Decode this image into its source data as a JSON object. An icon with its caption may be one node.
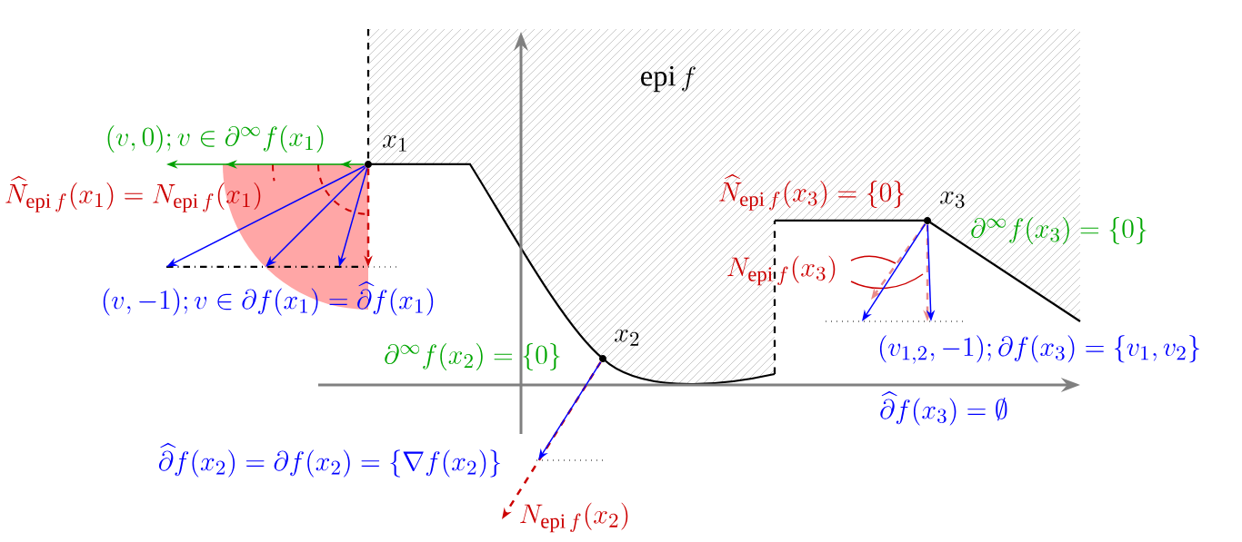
{
  "diagram": {
    "nodes": [
      {
        "text": [],
        "shape": "circle",
        "beside": [
          "x_1"
        ]
      },
      {
        "text": [],
        "shape": "circle",
        "beside": [
          "x_2",
          "\\partial^\\infty f(x_2) = \\{0\\}"
        ]
      },
      {
        "text": [],
        "shape": "circle",
        "beside": [
          "x_3",
          "\\widehat{N}_{\\operatorname{epi} f}(x_3) = \\{0\\}"
        ]
      },
      {
        "text": [
          "(v,0); v\\in\\partial^\\infty f(x_1)"
        ]
      },
      {
        "text": [
          "(v,-1); v\\in\\partial f(x_1) = \\widehat{\\partial} f(x_1)"
        ]
      },
      {
        "text": [
          "N_{\\operatorname{epi} f}(x_2)"
        ]
      },
      {
        "text": [
          "(v_{1,2},-1); \\partial f(x_3) = \\{v_1, v_2\\}"
        ]
      }
    ],
    "edges": [
      {
        "from": 0,
        "to": 3,
        "arrow": "to",
        "color": "#00a000"
      },
      {
        "from": 0,
        "to": 4,
        "arrow": "to"
      },
      {
        "from": 0,
        "to": 4,
        "arrow": "to"
      },
      {
        "from": 0,
        "to": 4,
        "arrow": "to"
      },
      {
        "from": 0,
        "to": 4,
        "arrow": "to",
        "style": "dashed",
        "color": "#cc0000"
      },
      {
        "from": 1,
        "to": 5,
        "arrow": "to",
        "style": "dashed",
        "color": "#cc0000"
      },
      {
        "from": 1,
        "to": null,
        "arrow": "to"
      },
      {
        "from": 2,
        "to": 6,
        "arrow": "to",
        "style": "dashed",
        "color": "#e88a8a"
      },
      {
        "from": 2,
        "to": 6,
        "arrow": "to",
        "style": "dashed",
        "color": "#e88a8a"
      },
      {
        "from": 2,
        "to": 6,
        "arrow": "to"
      },
      {
        "from": 2,
        "to": 6,
        "arrow": "to"
      }
    ],
    "labels": [
      "\\operatorname{epi} f",
      "\\widehat{N}_{\\operatorname{epi} f}(x_1) = N_{\\operatorname{epi} f}(x_1)",
      "\\widehat{\\partial} f(x_2) = \\partial f(x_2) = \\{\\nabla f(x_2)\\}",
      "\\partial^\\infty f(x_3) = \\{0\\}",
      "N_{\\operatorname{epi} f}(x_3)",
      "\\widehat{\\partial} f(x_3) = \\emptyset"
    ]
  }
}
